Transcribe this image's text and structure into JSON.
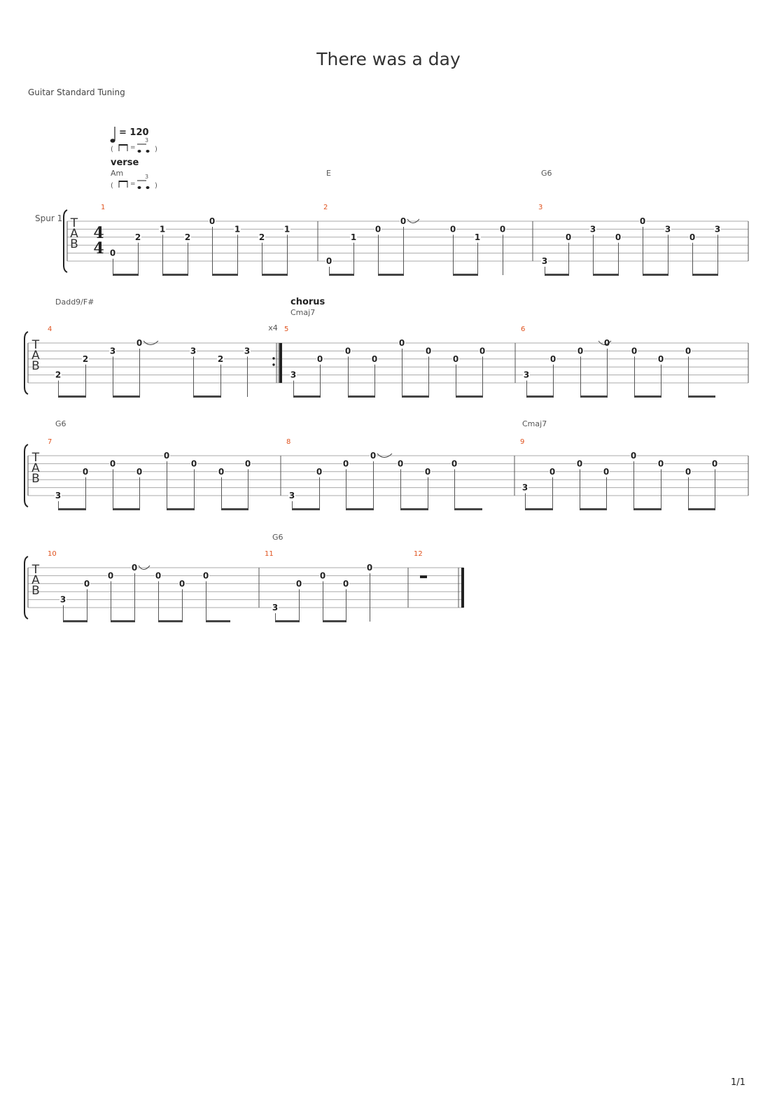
{
  "title": "There was a day",
  "tuning": "Guitar Standard Tuning",
  "track_name": "Spur 1",
  "page_number": "1/1",
  "tempo": {
    "bpm_text": "= 120",
    "triplet_mark": "3"
  },
  "time_signature": {
    "top": "4",
    "bottom": "4"
  },
  "tab_letters": [
    "T",
    "A",
    "B"
  ],
  "repeat_count": "x4",
  "sections": {
    "verse": "verse",
    "chorus": "chorus"
  },
  "chords": {
    "am": "Am",
    "e": "E",
    "g6_1": "G6",
    "dadd9": "Dadd9/F#",
    "cmaj7_1": "Cmaj7",
    "g6_2": "G6",
    "cmaj7_2": "Cmaj7",
    "g6_3": "G6"
  },
  "measures": [
    {
      "num": "1",
      "notes": [
        {
          "s": 5,
          "f": "0"
        },
        {
          "s": 3,
          "f": "2"
        },
        {
          "s": 2,
          "f": "1"
        },
        {
          "s": 3,
          "f": "2"
        },
        {
          "s": 1,
          "f": "0"
        },
        {
          "s": 2,
          "f": "1"
        },
        {
          "s": 3,
          "f": "2"
        },
        {
          "s": 2,
          "f": "1"
        }
      ]
    },
    {
      "num": "2",
      "notes": [
        {
          "s": 6,
          "f": "0"
        },
        {
          "s": 3,
          "f": "1"
        },
        {
          "s": 2,
          "f": "0"
        },
        {
          "s": 1,
          "f": "0",
          "tie": true
        },
        {
          "s": 2,
          "f": "0"
        },
        {
          "s": 3,
          "f": "1"
        },
        {
          "s": 2,
          "f": "0"
        }
      ]
    },
    {
      "num": "3",
      "notes": [
        {
          "s": 6,
          "f": "3"
        },
        {
          "s": 3,
          "f": "0"
        },
        {
          "s": 2,
          "f": "3"
        },
        {
          "s": 3,
          "f": "0"
        },
        {
          "s": 1,
          "f": "0"
        },
        {
          "s": 2,
          "f": "3"
        },
        {
          "s": 3,
          "f": "0"
        },
        {
          "s": 2,
          "f": "3"
        }
      ]
    },
    {
      "num": "4",
      "notes": [
        {
          "s": 5,
          "f": "2"
        },
        {
          "s": 3,
          "f": "2"
        },
        {
          "s": 2,
          "f": "3"
        },
        {
          "s": 1,
          "f": "0",
          "tie": true
        },
        {
          "s": 2,
          "f": "3"
        },
        {
          "s": 3,
          "f": "2"
        },
        {
          "s": 2,
          "f": "3"
        }
      ]
    },
    {
      "num": "5",
      "notes": [
        {
          "s": 5,
          "f": "3"
        },
        {
          "s": 3,
          "f": "0"
        },
        {
          "s": 2,
          "f": "0"
        },
        {
          "s": 3,
          "f": "0"
        },
        {
          "s": 1,
          "f": "0"
        },
        {
          "s": 2,
          "f": "0"
        },
        {
          "s": 3,
          "f": "0"
        },
        {
          "s": 2,
          "f": "0"
        }
      ]
    },
    {
      "num": "6",
      "notes": [
        {
          "s": 5,
          "f": "3"
        },
        {
          "s": 3,
          "f": "0"
        },
        {
          "s": 2,
          "f": "0"
        },
        {
          "s": 1,
          "f": "0",
          "tie": true
        },
        {
          "s": 2,
          "f": "0"
        },
        {
          "s": 3,
          "f": "0"
        },
        {
          "s": 2,
          "f": "0"
        }
      ]
    },
    {
      "num": "7",
      "notes": [
        {
          "s": 6,
          "f": "3"
        },
        {
          "s": 3,
          "f": "0"
        },
        {
          "s": 2,
          "f": "0"
        },
        {
          "s": 3,
          "f": "0"
        },
        {
          "s": 1,
          "f": "0"
        },
        {
          "s": 2,
          "f": "0"
        },
        {
          "s": 3,
          "f": "0"
        },
        {
          "s": 2,
          "f": "0"
        }
      ]
    },
    {
      "num": "8",
      "notes": [
        {
          "s": 6,
          "f": "3"
        },
        {
          "s": 3,
          "f": "0"
        },
        {
          "s": 2,
          "f": "0"
        },
        {
          "s": 1,
          "f": "0",
          "tie": true
        },
        {
          "s": 2,
          "f": "0"
        },
        {
          "s": 3,
          "f": "0"
        },
        {
          "s": 2,
          "f": "0"
        }
      ]
    },
    {
      "num": "9",
      "notes": [
        {
          "s": 5,
          "f": "3"
        },
        {
          "s": 3,
          "f": "0"
        },
        {
          "s": 2,
          "f": "0"
        },
        {
          "s": 3,
          "f": "0"
        },
        {
          "s": 1,
          "f": "0"
        },
        {
          "s": 2,
          "f": "0"
        },
        {
          "s": 3,
          "f": "0"
        },
        {
          "s": 2,
          "f": "0"
        }
      ]
    },
    {
      "num": "10",
      "notes": [
        {
          "s": 5,
          "f": "3"
        },
        {
          "s": 3,
          "f": "0"
        },
        {
          "s": 2,
          "f": "0"
        },
        {
          "s": 1,
          "f": "0",
          "tie": true
        },
        {
          "s": 2,
          "f": "0"
        },
        {
          "s": 3,
          "f": "0"
        },
        {
          "s": 2,
          "f": "0"
        }
      ]
    },
    {
      "num": "11",
      "notes": [
        {
          "s": 6,
          "f": "3"
        },
        {
          "s": 3,
          "f": "0"
        },
        {
          "s": 2,
          "f": "0"
        },
        {
          "s": 3,
          "f": "0"
        },
        {
          "s": 1,
          "f": "0"
        }
      ]
    },
    {
      "num": "12",
      "notes": []
    }
  ]
}
